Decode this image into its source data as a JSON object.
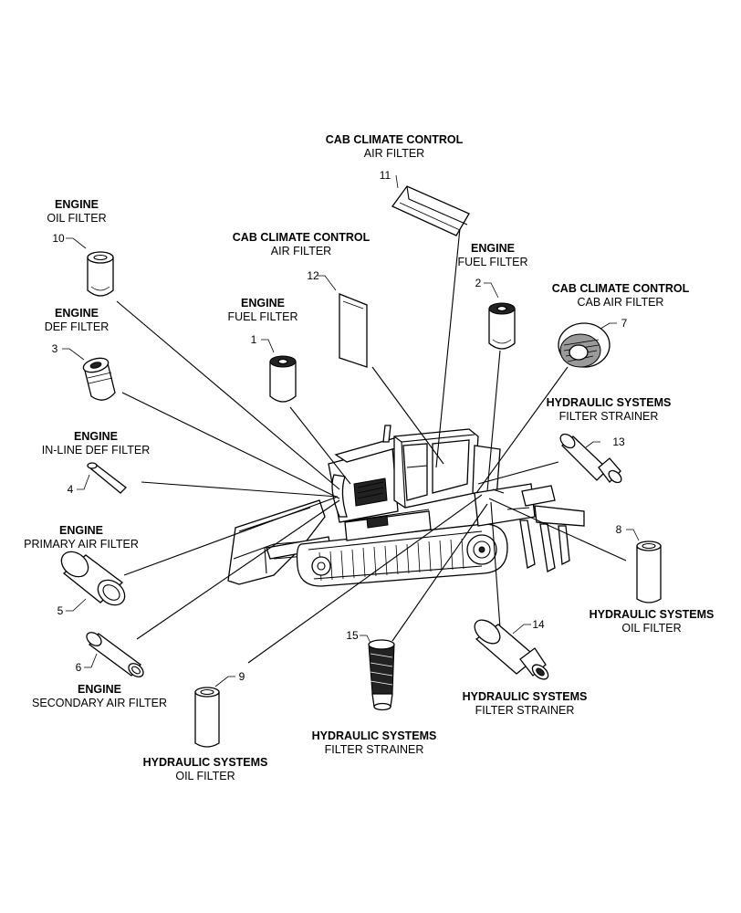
{
  "callouts": [
    {
      "id": "11",
      "system": "CAB CLIMATE CONTROL",
      "part": "AIR FILTER"
    },
    {
      "id": "12",
      "system": "CAB CLIMATE CONTROL",
      "part": "AIR FILTER"
    },
    {
      "id": "7",
      "system": "CAB CLIMATE CONTROL",
      "part": "CAB AIR FILTER"
    },
    {
      "id": "10",
      "system": "ENGINE",
      "part": "OIL FILTER"
    },
    {
      "id": "3",
      "system": "ENGINE",
      "part": "DEF FILTER"
    },
    {
      "id": "1",
      "system": "ENGINE",
      "part": "FUEL FILTER"
    },
    {
      "id": "2",
      "system": "ENGINE",
      "part": "FUEL FILTER"
    },
    {
      "id": "4",
      "system": "ENGINE",
      "part": "IN-LINE DEF FILTER"
    },
    {
      "id": "5",
      "system": "ENGINE",
      "part": "PRIMARY AIR FILTER"
    },
    {
      "id": "6",
      "system": "ENGINE",
      "part": "SECONDARY AIR FILTER"
    },
    {
      "id": "13",
      "system": "HYDRAULIC SYSTEMS",
      "part": "FILTER STRAINER"
    },
    {
      "id": "8",
      "system": "HYDRAULIC SYSTEMS",
      "part": "OIL FILTER"
    },
    {
      "id": "14",
      "system": "HYDRAULIC SYSTEMS",
      "part": "FILTER STRAINER"
    },
    {
      "id": "15",
      "system": "HYDRAULIC SYSTEMS",
      "part": "FILTER STRAINER"
    },
    {
      "id": "9",
      "system": "HYDRAULIC SYSTEMS",
      "part": "OIL FILTER"
    }
  ]
}
